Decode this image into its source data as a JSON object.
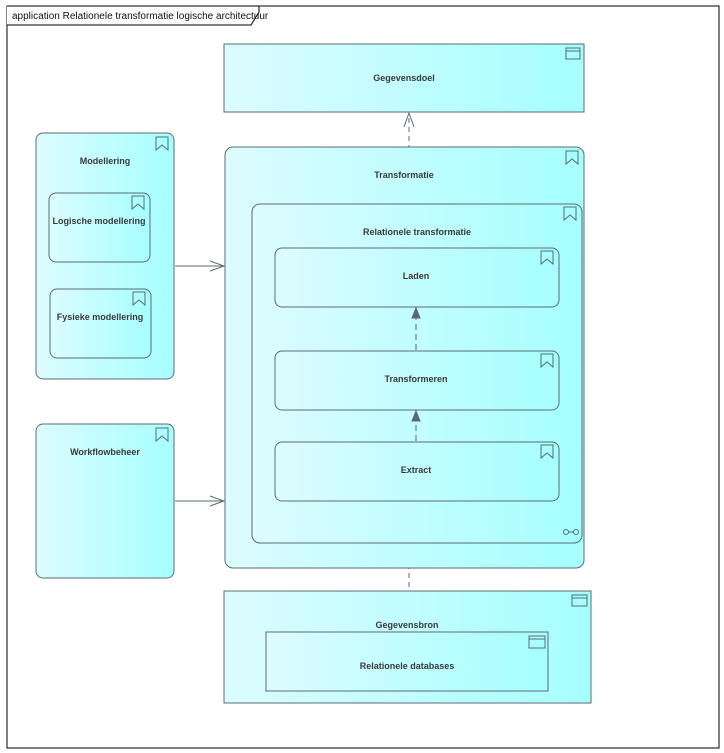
{
  "frame": {
    "title": "application Relationele transformatie logische architectuur"
  },
  "colors": {
    "fill_light": "#d9fbff",
    "fill_dark": "#a8ffff",
    "stroke": "#5a6b70",
    "frame_stroke": "#000000",
    "arrow_fill": "#5c6770"
  },
  "elements": {
    "gegevensdoel": {
      "label": "Gegevensdoel",
      "icon": "data-object-icon"
    },
    "modellering": {
      "label": "Modellering",
      "icon": "business-function-icon"
    },
    "logische_modellering": {
      "label": "Logische modellering",
      "icon": "business-function-icon"
    },
    "fysieke_modellering": {
      "label": "Fysieke modellering",
      "icon": "business-function-icon"
    },
    "workflowbeheer": {
      "label": "Workflowbeheer",
      "icon": "business-function-icon"
    },
    "transformatie": {
      "label": "Transformatie",
      "icon": "business-function-icon"
    },
    "relationele_transformatie": {
      "label": "Relationele transformatie",
      "icon": "business-function-icon",
      "footer_icon": "composite-link-icon"
    },
    "laden": {
      "label": "Laden",
      "icon": "business-function-icon"
    },
    "transformeren": {
      "label": "Transformeren",
      "icon": "business-function-icon"
    },
    "extract": {
      "label": "Extract",
      "icon": "business-function-icon"
    },
    "gegevensbron": {
      "label": "Gegevensbron",
      "icon": "data-object-icon"
    },
    "relationele_databases": {
      "label": "Relationele databases",
      "icon": "data-object-icon"
    }
  }
}
